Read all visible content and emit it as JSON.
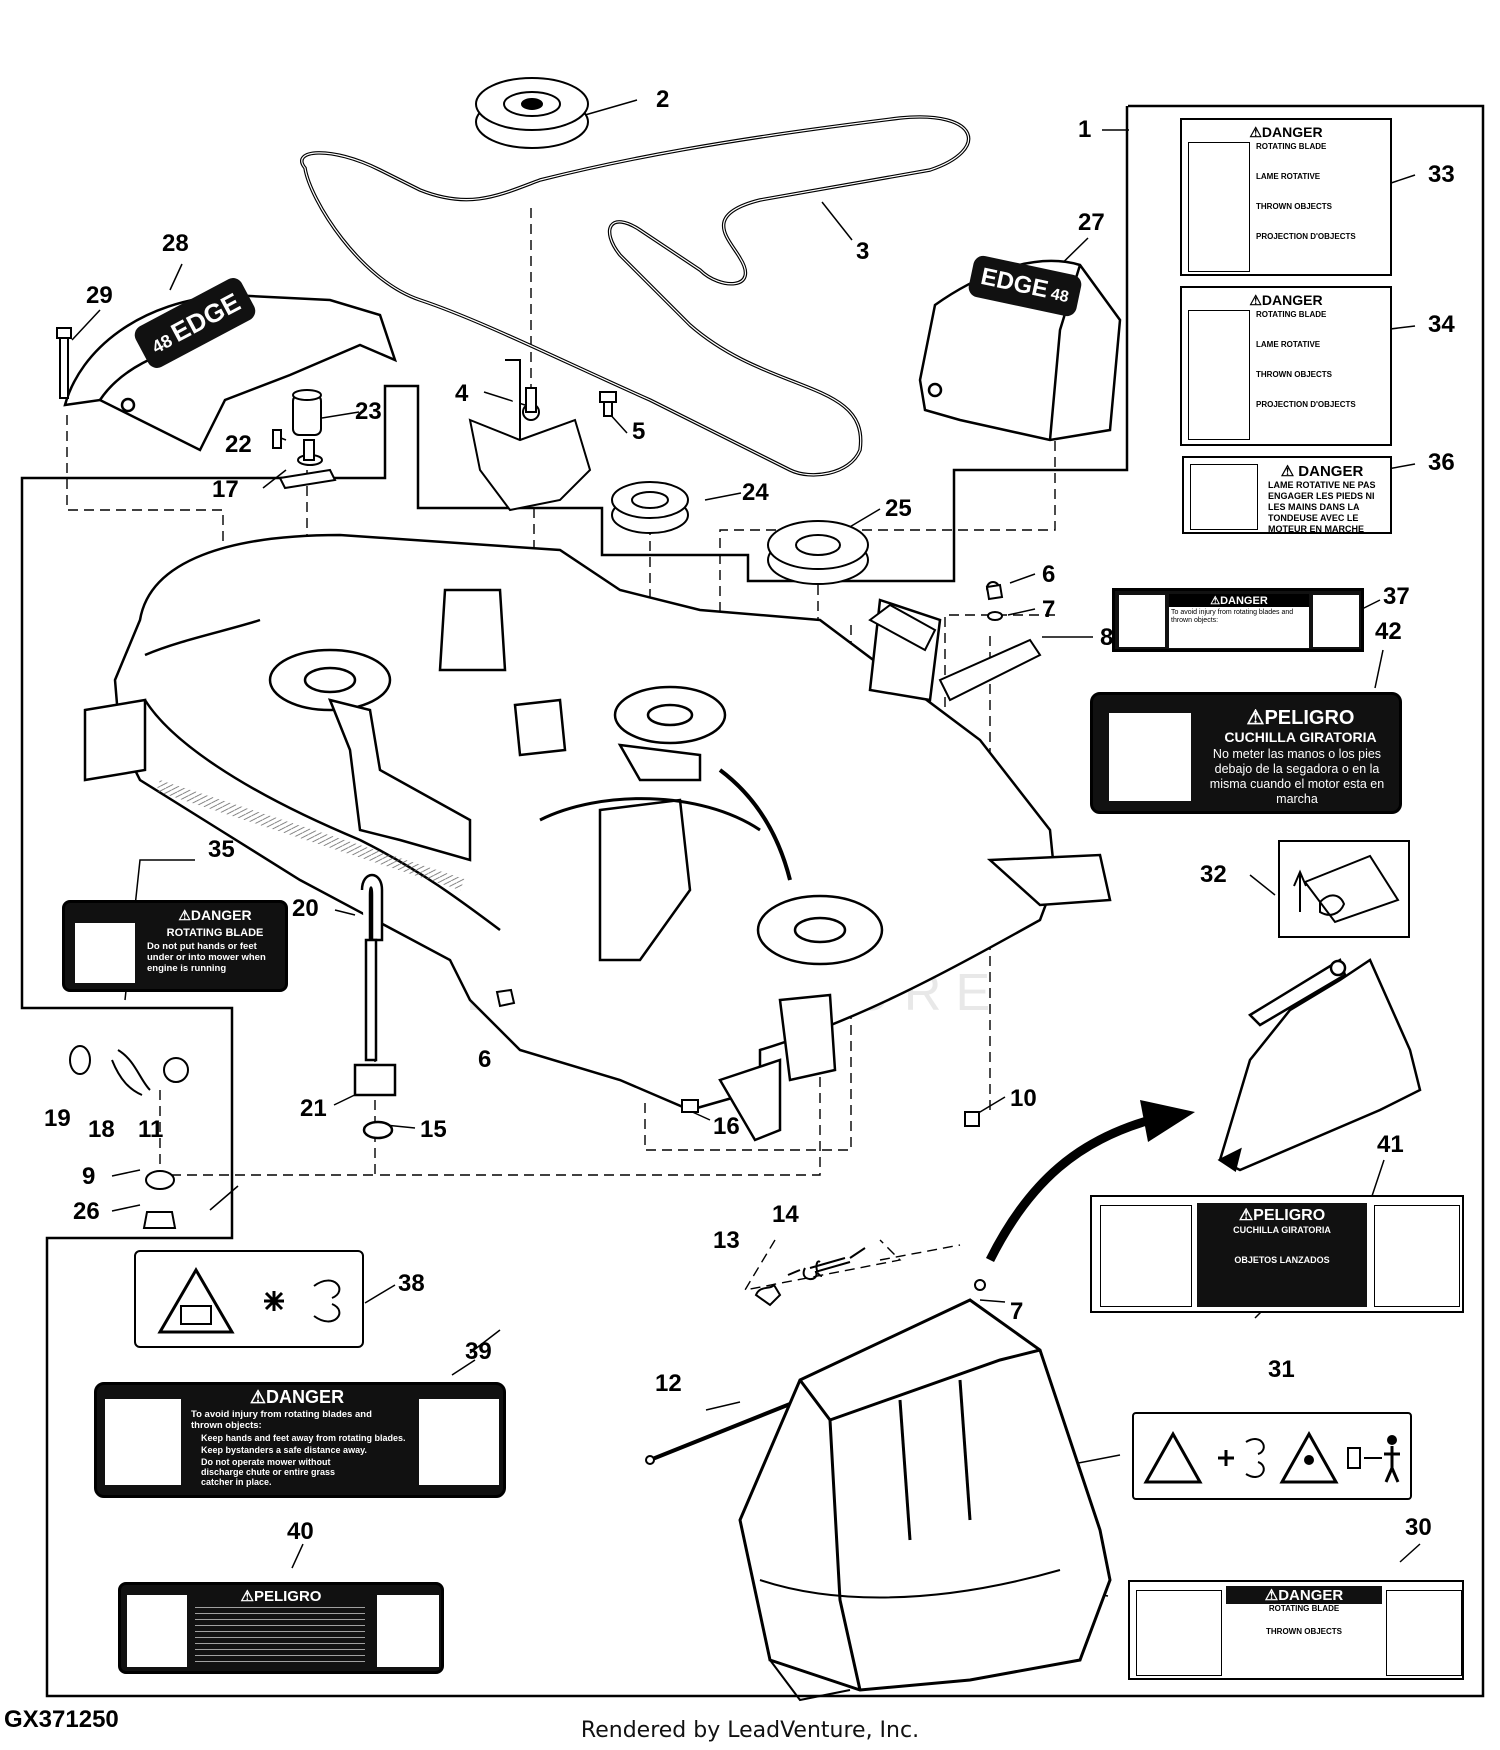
{
  "diagram": {
    "code": "GX371250",
    "credit": "Rendered by LeadVenture, Inc.",
    "watermark": "LEADVENTURE",
    "callouts": [
      {
        "id": "c1",
        "text": "1"
      },
      {
        "id": "c2",
        "text": "2"
      },
      {
        "id": "c3",
        "text": "3"
      },
      {
        "id": "c4",
        "text": "4"
      },
      {
        "id": "c5",
        "text": "5"
      },
      {
        "id": "c6a",
        "text": "6"
      },
      {
        "id": "c6b",
        "text": "6"
      },
      {
        "id": "c7a",
        "text": "7"
      },
      {
        "id": "c7b",
        "text": "7"
      },
      {
        "id": "c8",
        "text": "8"
      },
      {
        "id": "c9",
        "text": "9"
      },
      {
        "id": "c10",
        "text": "10"
      },
      {
        "id": "c11",
        "text": "11"
      },
      {
        "id": "c12",
        "text": "12"
      },
      {
        "id": "c13",
        "text": "13"
      },
      {
        "id": "c14",
        "text": "14"
      },
      {
        "id": "c15",
        "text": "15"
      },
      {
        "id": "c16",
        "text": "16"
      },
      {
        "id": "c17",
        "text": "17"
      },
      {
        "id": "c18",
        "text": "18"
      },
      {
        "id": "c19",
        "text": "19"
      },
      {
        "id": "c20",
        "text": "20"
      },
      {
        "id": "c21",
        "text": "21"
      },
      {
        "id": "c22",
        "text": "22"
      },
      {
        "id": "c23",
        "text": "23"
      },
      {
        "id": "c24",
        "text": "24"
      },
      {
        "id": "c25",
        "text": "25"
      },
      {
        "id": "c26",
        "text": "26"
      },
      {
        "id": "c27",
        "text": "27"
      },
      {
        "id": "c28",
        "text": "28"
      },
      {
        "id": "c29",
        "text": "29"
      },
      {
        "id": "c30",
        "text": "30"
      },
      {
        "id": "c31",
        "text": "31"
      },
      {
        "id": "c32",
        "text": "32"
      },
      {
        "id": "c33",
        "text": "33"
      },
      {
        "id": "c34",
        "text": "34"
      },
      {
        "id": "c35",
        "text": "35"
      },
      {
        "id": "c36",
        "text": "36"
      },
      {
        "id": "c37",
        "text": "37"
      },
      {
        "id": "c38",
        "text": "38"
      },
      {
        "id": "c39",
        "text": "39"
      },
      {
        "id": "c40",
        "text": "40"
      },
      {
        "id": "c41",
        "text": "41"
      },
      {
        "id": "c42",
        "text": "42"
      }
    ],
    "shield_text": "EDGE",
    "shield_size": "48",
    "labels": {
      "l33": {
        "head": "⚠DANGER",
        "s1": "ROTATING BLADE",
        "s2": "LAME ROTATIVE",
        "s3": "THROWN OBJECTS",
        "s4": "PROJECTION D'OBJECTS"
      },
      "l34": {
        "head": "⚠DANGER",
        "s1": "ROTATING BLADE",
        "s2": "LAME ROTATIVE",
        "s3": "THROWN OBJECTS",
        "s4": "PROJECTION D'OBJECTS"
      },
      "l36": {
        "head": "⚠ DANGER",
        "body": "LAME ROTATIVE NE PAS ENGAGER LES PIEDS NI LES MAINS DANS LA TONDEUSE AVEC LE MOTEUR EN MARCHE"
      },
      "l37": {
        "head": "⚠DANGER",
        "body": "To avoid injury from rotating blades and thrown objects:"
      },
      "l42": {
        "head": "⚠PELIGRO",
        "sub": "CUCHILLA GIRATORIA",
        "body": "No meter las manos o los pies debajo de la segadora o en la misma cuando el motor esta en marcha"
      },
      "l35": {
        "head": "⚠DANGER",
        "sub": "ROTATING BLADE",
        "body": "Do not put hands or feet under or into mower when engine is running"
      },
      "l41": {
        "head": "⚠PELIGRO",
        "sub": "CUCHILLA GIRATORIA",
        "sub2": "OBJETOS LANZADOS"
      },
      "l39": {
        "head": "⚠DANGER",
        "l1": "To avoid injury from rotating blades and thrown objects:",
        "l2": "Keep hands and feet away from rotating blades.",
        "l3": "Keep bystanders a safe distance away.",
        "l4": "Do not operate mower without discharge chute or entire grass catcher in place."
      },
      "l40": {
        "head": "⚠PELIGRO"
      },
      "l30": {
        "head": "⚠DANGER",
        "s1": "ROTATING BLADE",
        "s2": "THROWN OBJECTS"
      }
    }
  }
}
